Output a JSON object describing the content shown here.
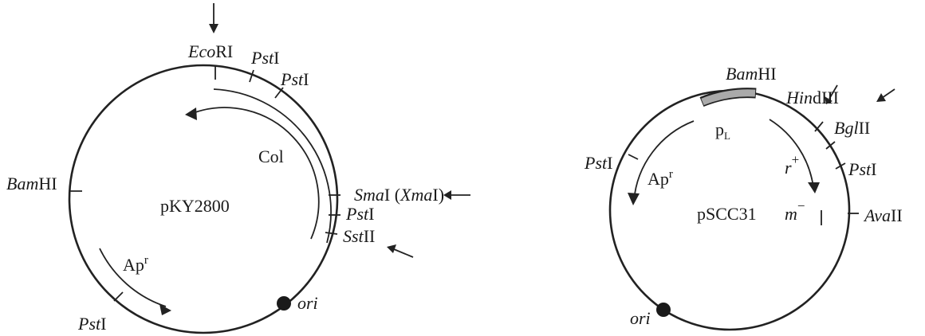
{
  "diagrams": [
    {
      "plasmid": "pKY2800",
      "sites": {
        "ecori": [
          "Eco",
          "RI"
        ],
        "psti_a": [
          "Pst",
          "I"
        ],
        "psti_b": [
          "Pst",
          "I"
        ],
        "bamhi": [
          "Bam",
          "HI"
        ],
        "smai": [
          "Sma",
          "I (",
          "Xma",
          "I)"
        ],
        "psti_c": [
          "Pst",
          "I"
        ],
        "sstii": [
          "Sst",
          "II"
        ],
        "psti_d": [
          "Pst",
          "I"
        ]
      },
      "gene_col": "Col",
      "gene_apr": [
        "Ap",
        "r"
      ],
      "ori": "ori"
    },
    {
      "plasmid": "pSCC31",
      "sites": {
        "bamhi": [
          "Bam",
          "HI"
        ],
        "hindiii": [
          "Hin",
          "dIII"
        ],
        "bglii": [
          "Bgl",
          "II"
        ],
        "psti_right": [
          "Pst",
          "I"
        ],
        "avaii": [
          "Ava",
          "II"
        ],
        "psti_left": [
          "Pst",
          "I"
        ]
      },
      "promoter": [
        "p",
        "L"
      ],
      "gene_r": [
        "r",
        "+"
      ],
      "gene_m": [
        "m",
        "−"
      ],
      "gene_apr": [
        "Ap",
        "r"
      ],
      "ori": "ori"
    }
  ]
}
